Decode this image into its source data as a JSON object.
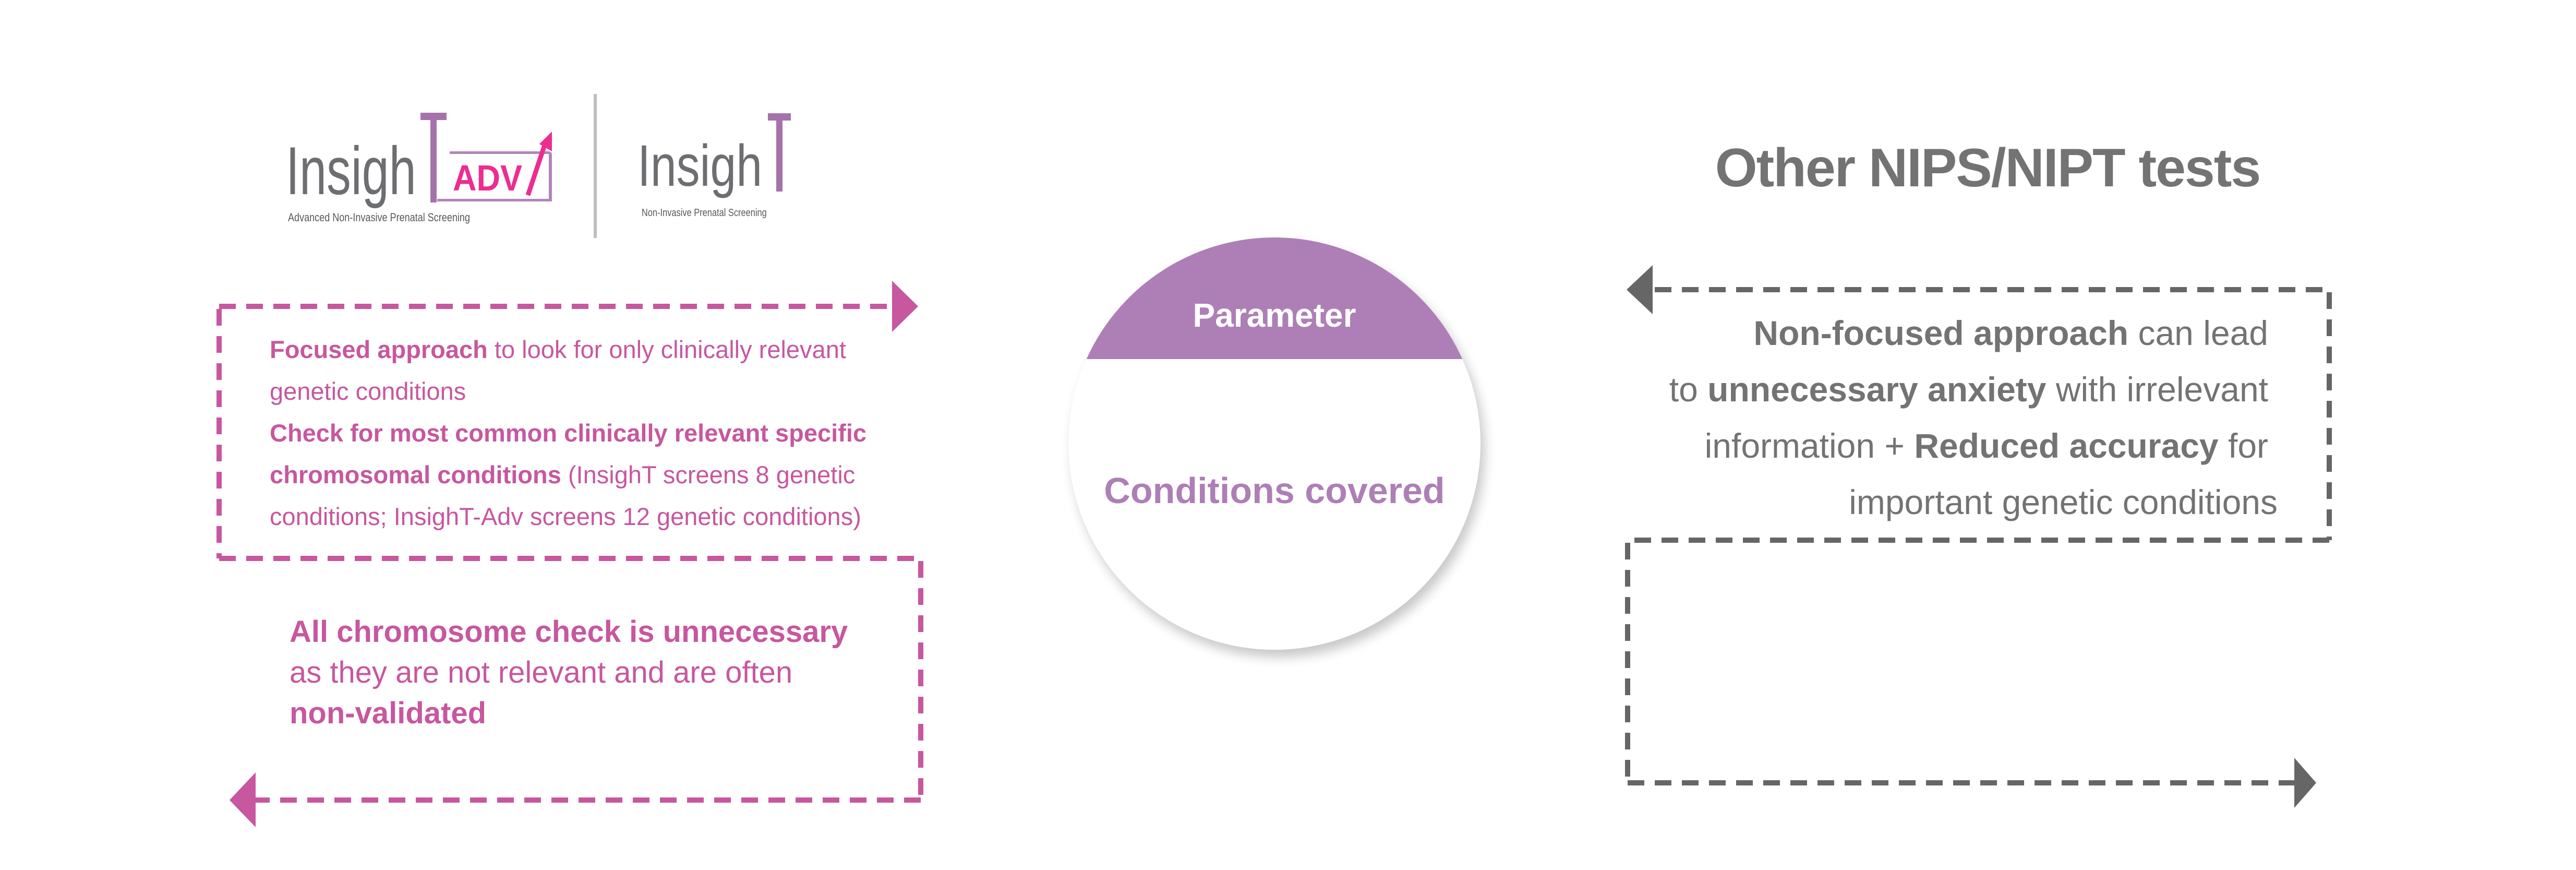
{
  "logos": {
    "insight_adv": {
      "word": "Insigh",
      "letter_t": "T",
      "badge": "ADV",
      "tagline": "Advanced Non-Invasive Prenatal Screening"
    },
    "insight": {
      "word": "Insigh",
      "letter_t": "T",
      "tagline": "Non-Invasive Prenatal Screening"
    }
  },
  "left_panel": {
    "point1": {
      "bold": "Focused approach",
      "rest_line1": " to look for only clinically relevant",
      "line2": "genetic conditions"
    },
    "point2": {
      "bold_line1": "Check for most common clinically relevant specific",
      "bold_line2": "chromosomal conditions",
      "rest_line2": " (InsighT screens 8 genetic",
      "line3": "conditions; InsighT-Adv screens 12 genetic conditions)"
    },
    "point3": {
      "bold_line1": "All chromosome check is unnecessary",
      "line2": "as they are not relevant and are often",
      "bold_line3": "non-validated"
    }
  },
  "center": {
    "header": "Parameter",
    "value": "Conditions covered"
  },
  "right_panel": {
    "title": "Other NIPS/NIPT tests",
    "line1_bold": "Non-focused approach",
    "line1_rest": " can lead",
    "line2_pre": "to ",
    "line2_bold": "unnecessary anxiety",
    "line2_rest": " with irrelevant",
    "line3_pre": "information + ",
    "line3_bold": "Reduced accuracy",
    "line3_rest": " for",
    "line4": "important genetic conditions"
  },
  "colors": {
    "pink": "#c7579f",
    "purple": "#ae7fb6",
    "grey": "#737373",
    "dark_grey": "#666666",
    "magenta": "#ec2d8f"
  }
}
